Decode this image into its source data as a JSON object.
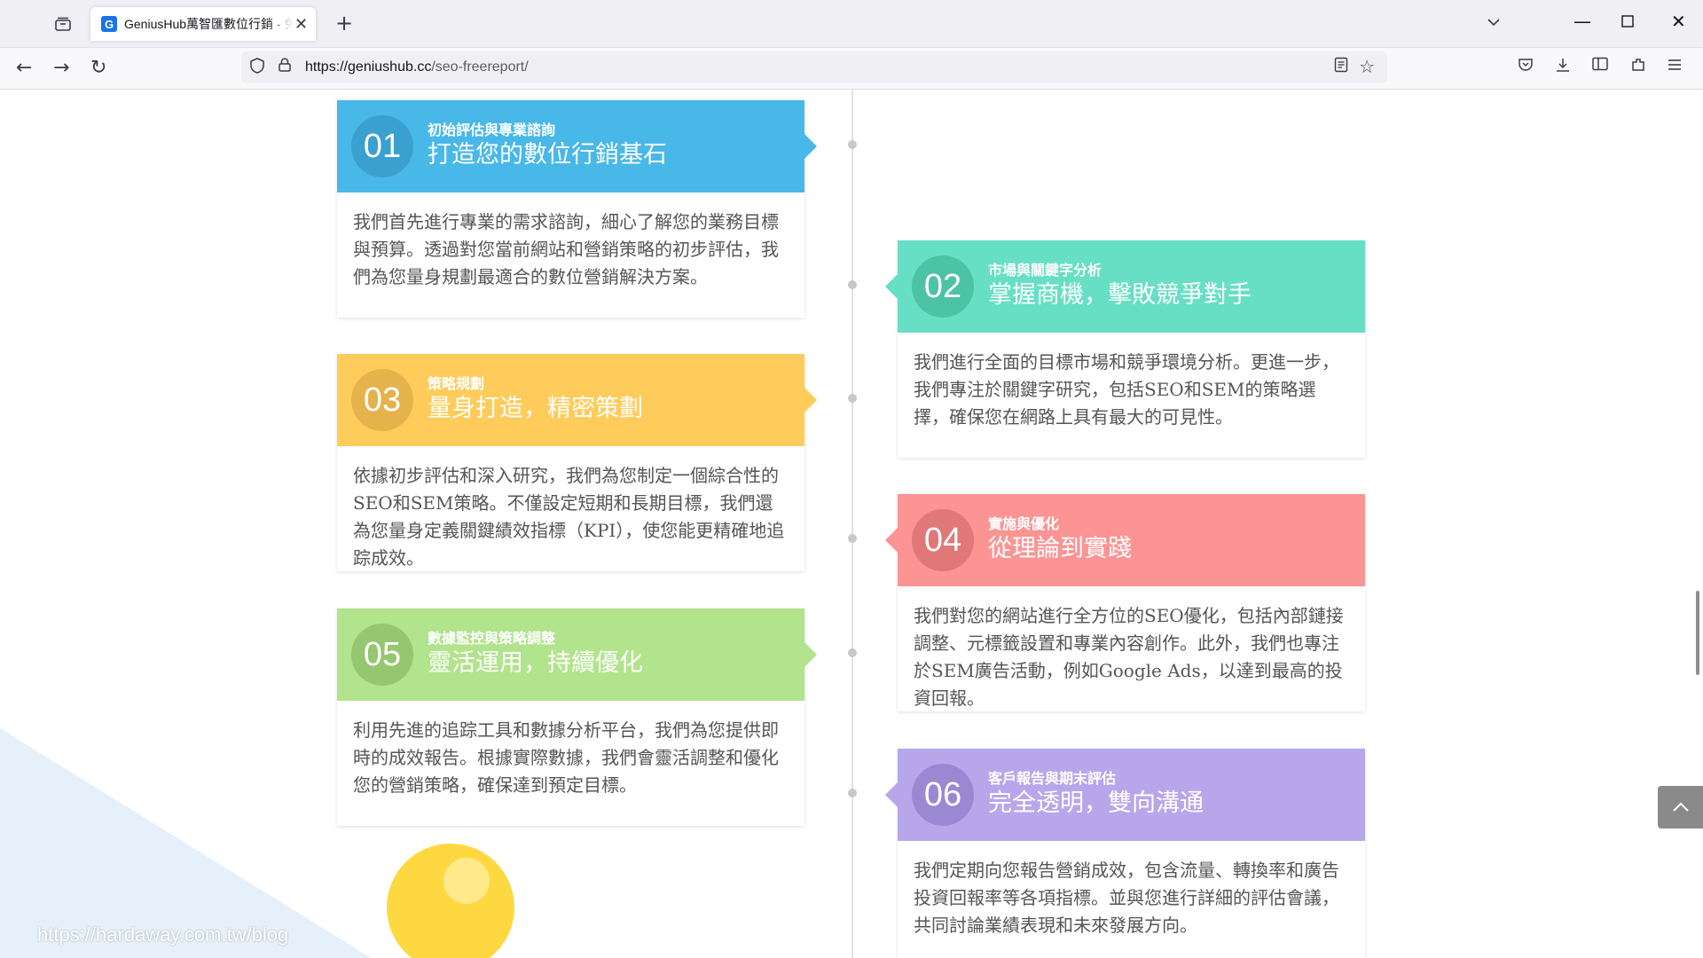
{
  "browser": {
    "tab_title": "GeniusHub萬智匯數位行銷 - 免",
    "favicon_letter": "G",
    "url_host": "https://geniushub.cc",
    "url_path": "/seo-freereport/"
  },
  "icons": {
    "tab_list": "tab-list-icon",
    "close": "✕",
    "new_tab": "+",
    "tab_dropdown": "⌄",
    "minimize": "—",
    "maximize": "☐",
    "window_close": "✕",
    "back": "←",
    "forward": "→",
    "reload": "↻",
    "shield": "⛉",
    "lock": "🔒",
    "reader": "▤",
    "star": "☆",
    "pocket": "♡",
    "download": "⤓",
    "sidebar": "◫",
    "extensions": "⧉",
    "menu": "≡",
    "back_to_top": "︿"
  },
  "colors": {
    "step1": "#48b8e8",
    "step1_num": "#3aa0cf",
    "step2": "#67dfc4",
    "step2_num": "#4cc2a7",
    "step3": "#ffcc5b",
    "step3_num": "#e6b24b",
    "step4": "#fc9494",
    "step4_num": "#e07878",
    "step5": "#b2e38d",
    "step5_num": "#94c76f",
    "step6": "#b7a7ea",
    "step6_num": "#9a88d2"
  },
  "steps": [
    {
      "num": "01",
      "sub": "初始評估與專業諮詢",
      "title": "打造您的數位行銷基石",
      "body": "我們首先進行專業的需求諮詢，細心了解您的業務目標與預算。透過對您當前網站和營銷策略的初步評估，我們為您量身規劃最適合的數位營銷解決方案。"
    },
    {
      "num": "02",
      "sub": "市場與關鍵字分析",
      "title": "掌握商機，擊敗競爭對手",
      "body": "我們進行全面的目標市場和競爭環境分析。更進一步，我們專注於關鍵字研究，包括SEO和SEM的策略選擇，確保您在網路上具有最大的可見性。"
    },
    {
      "num": "03",
      "sub": "策略規劃",
      "title": "量身打造，精密策劃",
      "body": "依據初步評估和深入研究，我們為您制定一個綜合性的SEO和SEM策略。不僅設定短期和長期目標，我們還為您量身定義關鍵績效指標（KPI），使您能更精確地追踪成效。"
    },
    {
      "num": "04",
      "sub": "實施與優化",
      "title": "從理論到實踐",
      "body": "我們對您的網站進行全方位的SEO優化，包括內部鏈接調整、元標籤設置和專業內容創作。此外，我們也專注於SEM廣告活動，例如Google Ads，以達到最高的投資回報。"
    },
    {
      "num": "05",
      "sub": "數據監控與策略調整",
      "title": "靈活運用，持續優化",
      "body": "利用先進的追踪工具和數據分析平台，我們為您提供即時的成效報告。根據實際數據，我們會靈活調整和優化您的營銷策略，確保達到預定目標。"
    },
    {
      "num": "06",
      "sub": "客戶報告與期末評估",
      "title": "完全透明，雙向溝通",
      "body": "我們定期向您報告營銷成效，包含流量、轉換率和廣告投資回報率等各項指標。並與您進行詳細的評估會議，共同討論業績表現和未來發展方向。"
    }
  ],
  "watermark": "https://hardaway.com.tw/blog"
}
